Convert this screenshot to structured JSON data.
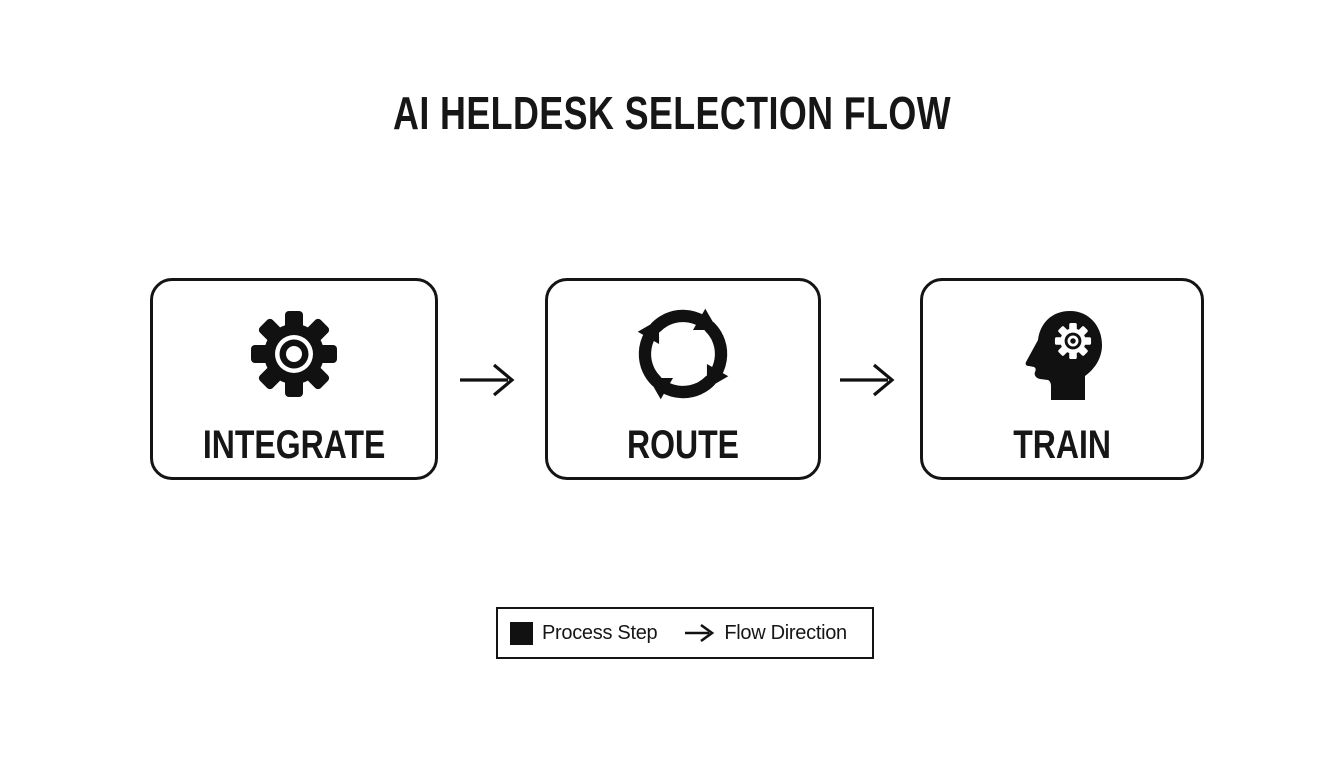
{
  "title": "AI HELDESK SELECTION FLOW",
  "colors": {
    "ink": "#111111",
    "background": "#ffffff"
  },
  "flow": {
    "steps": [
      {
        "label": "INTEGRATE",
        "icon": "gear-icon"
      },
      {
        "label": "ROUTE",
        "icon": "cycle-arrows-icon"
      },
      {
        "label": "TRAIN",
        "icon": "head-with-gear-icon"
      }
    ],
    "connector_symbol": "right-arrow"
  },
  "legend": {
    "items": [
      {
        "symbol": "black-square",
        "label": "Process Step"
      },
      {
        "symbol": "right-arrow",
        "label": "Flow Direction"
      }
    ]
  }
}
